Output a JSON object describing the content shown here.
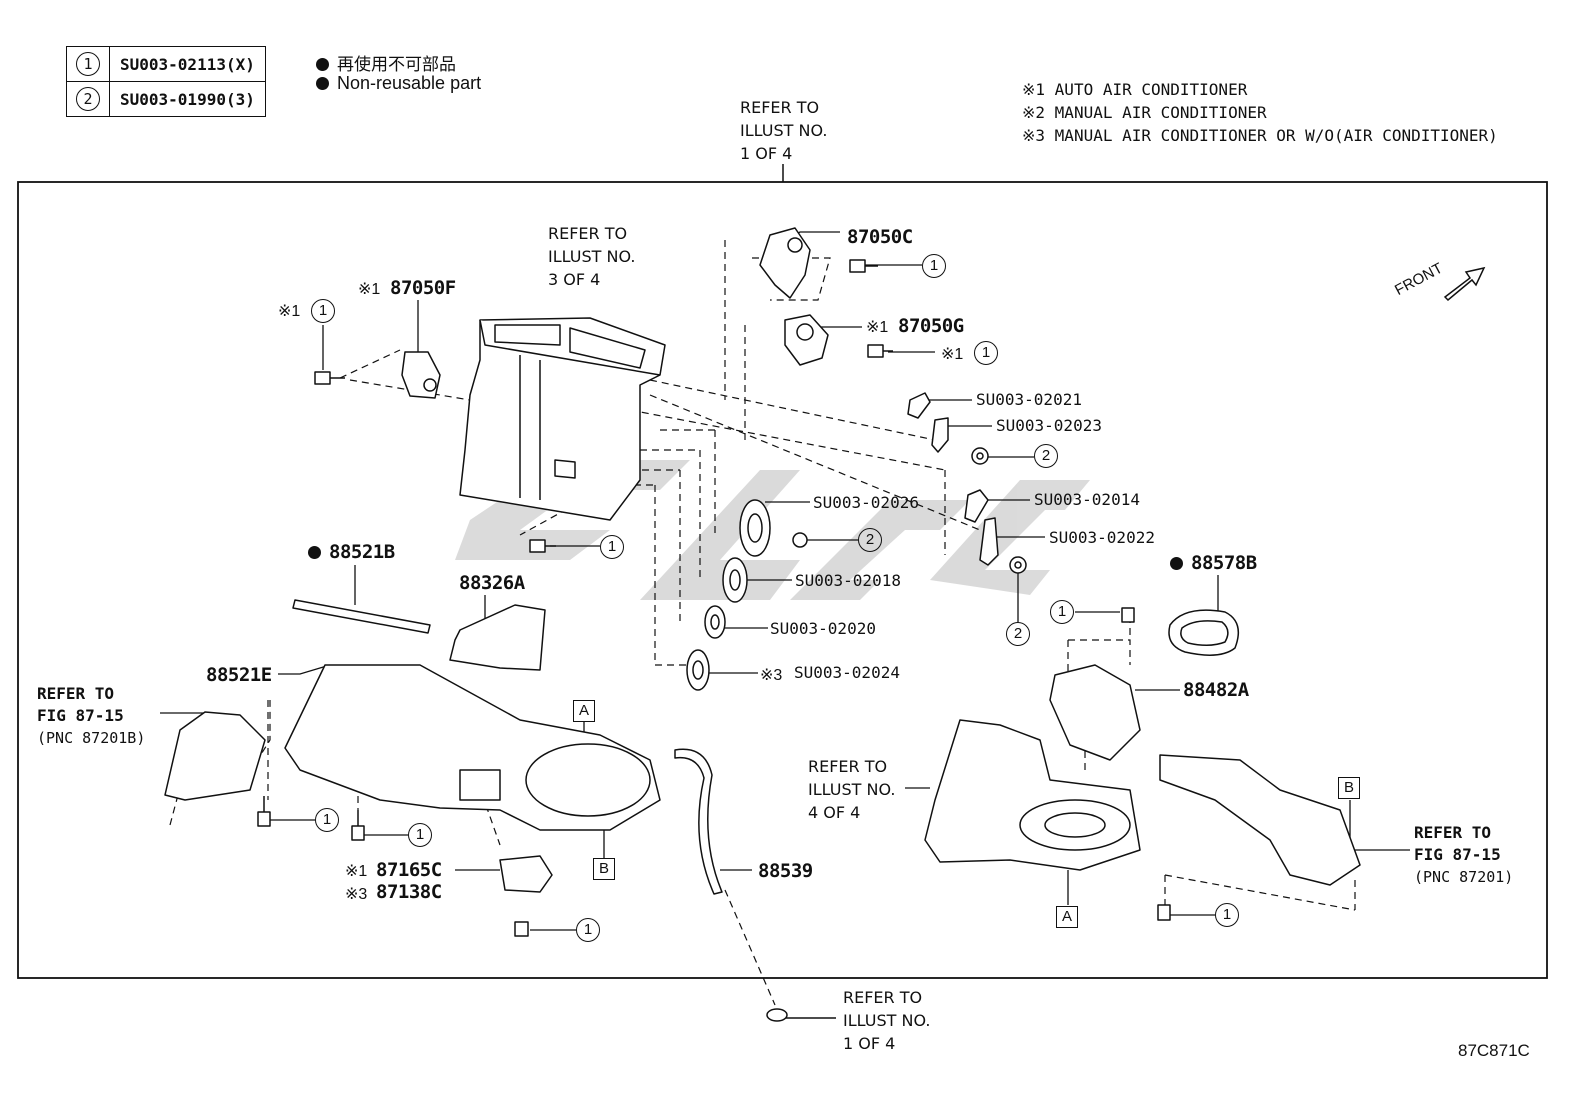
{
  "legend": {
    "rows": [
      {
        "num": "1",
        "code": "SU003-02113(X)"
      },
      {
        "num": "2",
        "code": "SU003-01990(3)"
      }
    ],
    "notes": [
      "再使用不可部品",
      "Non-reusable part"
    ]
  },
  "conditions": [
    "※1  AUTO AIR CONDITIONER",
    "※2  MANUAL AIR CONDITIONER",
    "※3  MANUAL AIR CONDITIONER OR W/O(AIR CONDITIONER)"
  ],
  "refs": {
    "top": [
      "REFER TO",
      "ILLUST NO.",
      "1 OF 4"
    ],
    "inner": [
      "REFER TO",
      "ILLUST NO.",
      "3 OF 4"
    ],
    "left": [
      "REFER TO",
      "FIG 87-15",
      "(PNC 87201B)"
    ],
    "mid": [
      "REFER TO",
      "ILLUST NO.",
      "4 OF 4"
    ],
    "right": [
      "REFER TO",
      "FIG 87-15",
      "(PNC 87201)"
    ],
    "bottom": [
      "REFER TO",
      "ILLUST NO.",
      "1 OF 4"
    ]
  },
  "front_label": "FRONT",
  "parts": {
    "p87050C": "87050C",
    "p87050F": "87050F",
    "p87050G": "87050G",
    "s02021": "SU003-02021",
    "s02023": "SU003-02023",
    "s02026": "SU003-02026",
    "s02014": "SU003-02014",
    "s02022": "SU003-02022",
    "s02018": "SU003-02018",
    "s02020": "SU003-02020",
    "s02024": "SU003-02024",
    "p88521B": "88521B",
    "p88326A": "88326A",
    "p88521E": "88521E",
    "p88578B": "88578B",
    "p88482A": "88482A",
    "p87165C": "87165C",
    "p87138C": "87138C",
    "p88539": "88539"
  },
  "marks": {
    "m1": "※1",
    "m3": "※3"
  },
  "callouts": {
    "one": "1",
    "two": "2",
    "A": "A",
    "B": "B"
  },
  "figure_code": "87C871C"
}
